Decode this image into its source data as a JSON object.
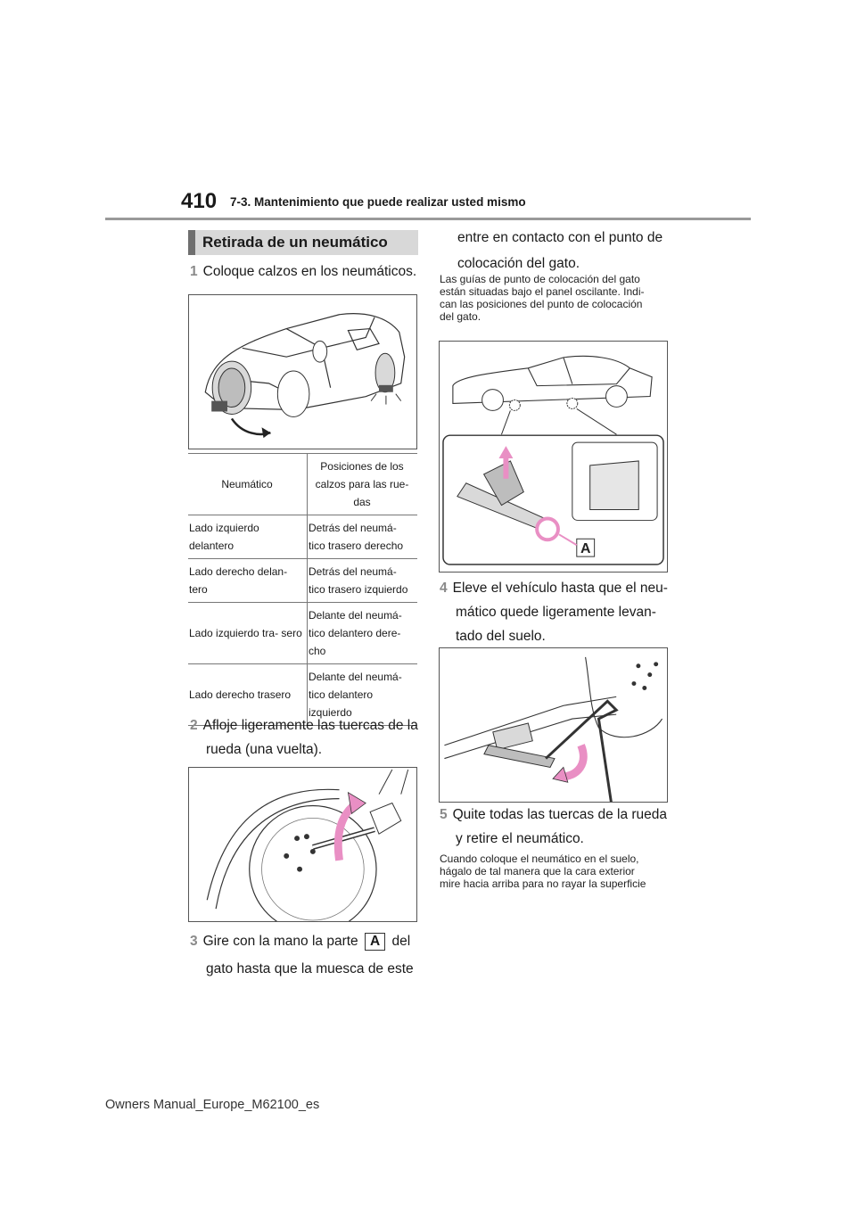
{
  "header": {
    "page_number": "410",
    "section_title": "7-3. Mantenimiento que puede realizar usted mismo"
  },
  "heading": "Retirada de un neumático",
  "steps": [
    {
      "num": "1",
      "text": "Coloque calzos en los neumáticos."
    },
    {
      "num": "2",
      "text_line1": "Afloje ligeramente las tuercas de la",
      "text_line2": "rueda (una vuelta)."
    },
    {
      "num": "3",
      "text_line1a": "Gire con la mano la parte",
      "tag": "A",
      "text_line1b": "del",
      "text_line2": "gato hasta que la muesca de este",
      "cont_line1": "entre en contacto con el punto de",
      "cont_line2": "colocación del gato."
    },
    {
      "num": "4",
      "text_line1": "Eleve el vehículo hasta que el neu-",
      "text_line2": "mático quede ligeramente levan-",
      "text_line3": "tado del suelo."
    },
    {
      "num": "5",
      "text_line1": "Quite todas las tuercas de la rueda",
      "text_line2": "y retire el neumático."
    }
  ],
  "notes": {
    "jack_guides": [
      "Las guías de punto de colocación del gato",
      "están situadas bajo el panel oscilante. Indi-",
      "can las posiciones del punto de colocación",
      "del gato."
    ],
    "tire_placement": [
      "Cuando coloque el neumático en el suelo,",
      "hágalo de tal manera que la cara exterior",
      "mire hacia arriba para no rayar la superficie"
    ]
  },
  "table": {
    "headers": [
      "Neumático",
      "Posiciones de los calzos para las rue- das"
    ],
    "rows": [
      [
        "Lado izquierdo delantero",
        "Detrás del neumá- tico trasero derecho"
      ],
      [
        "Lado derecho delan- tero",
        "Detrás del neumá- tico trasero izquierdo"
      ],
      [
        "Lado izquierdo tra- sero",
        "Delante del neumá- tico delantero dere- cho"
      ],
      [
        "Lado derecho trasero",
        "Delante del neumá- tico delantero izquierdo"
      ]
    ]
  },
  "figure_labels": {
    "jack_part": "A"
  },
  "footer": "Owners Manual_Europe_M62100_es",
  "colors": {
    "accent_pink": "#e98fc4",
    "heading_bg": "#d8d8d8",
    "heading_bar": "#6f6f6f",
    "rule": "#9a9a9a"
  }
}
